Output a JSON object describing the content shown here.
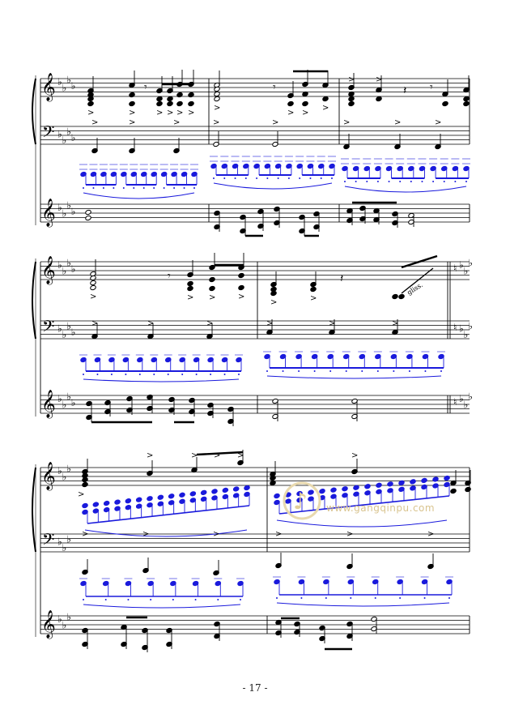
{
  "page": {
    "number_text": "- 17 -",
    "key_signature_initial": "A-flat major (4 flats)",
    "key_signature_change": "E-flat major (3 flats)"
  },
  "annotations": {
    "gliss_label": "gliss."
  },
  "watermark": {
    "site_text": "www.gangqinpu.com",
    "logo": "music-note-logo"
  },
  "colors": {
    "ink": "#000000",
    "accent_notes": "#1a1adc",
    "watermark": "#d9c48f"
  }
}
